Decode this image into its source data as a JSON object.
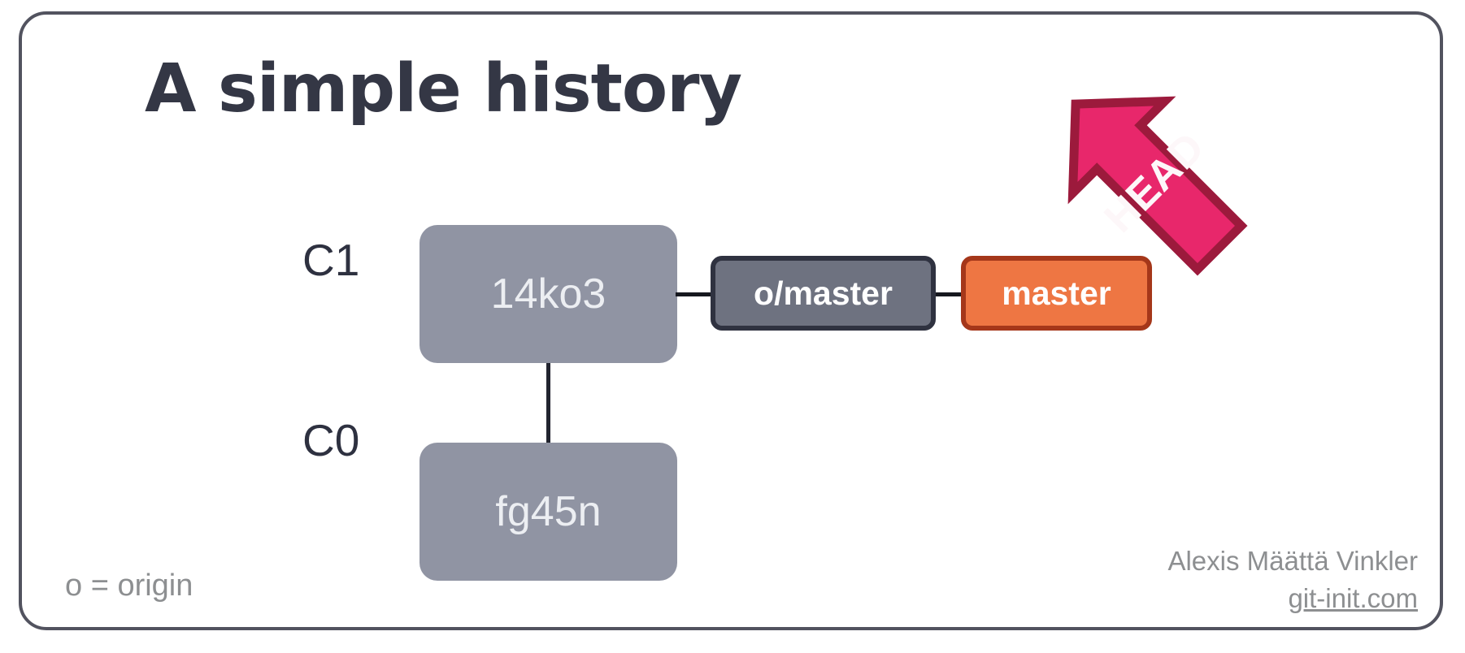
{
  "slide": {
    "title": "A simple history",
    "accent_colors": {
      "title": "#343745",
      "frame_border": "#52535f",
      "commit_node": "#9094a3",
      "remote_branch": "#6e7280",
      "remote_branch_border": "#2f3240",
      "local_branch": "#ee7643",
      "local_branch_border": "#a5371a",
      "head_arrow": "#e8276b",
      "head_arrow_border": "#9c1a3c",
      "connector": "#16181f",
      "footnote": "#8d8f91"
    }
  },
  "graph": {
    "commits": [
      {
        "row_label": "C1",
        "hash": "14ko3"
      },
      {
        "row_label": "C0",
        "hash": "fg45n"
      }
    ],
    "branches": [
      {
        "name": "o/master",
        "kind": "remote"
      },
      {
        "name": "master",
        "kind": "local"
      }
    ],
    "head": {
      "label": "HEAD",
      "points_to": "master"
    }
  },
  "footnotes": {
    "legend": "o = origin",
    "author": "Alexis Määttä Vinkler",
    "site": "git-init.com"
  }
}
